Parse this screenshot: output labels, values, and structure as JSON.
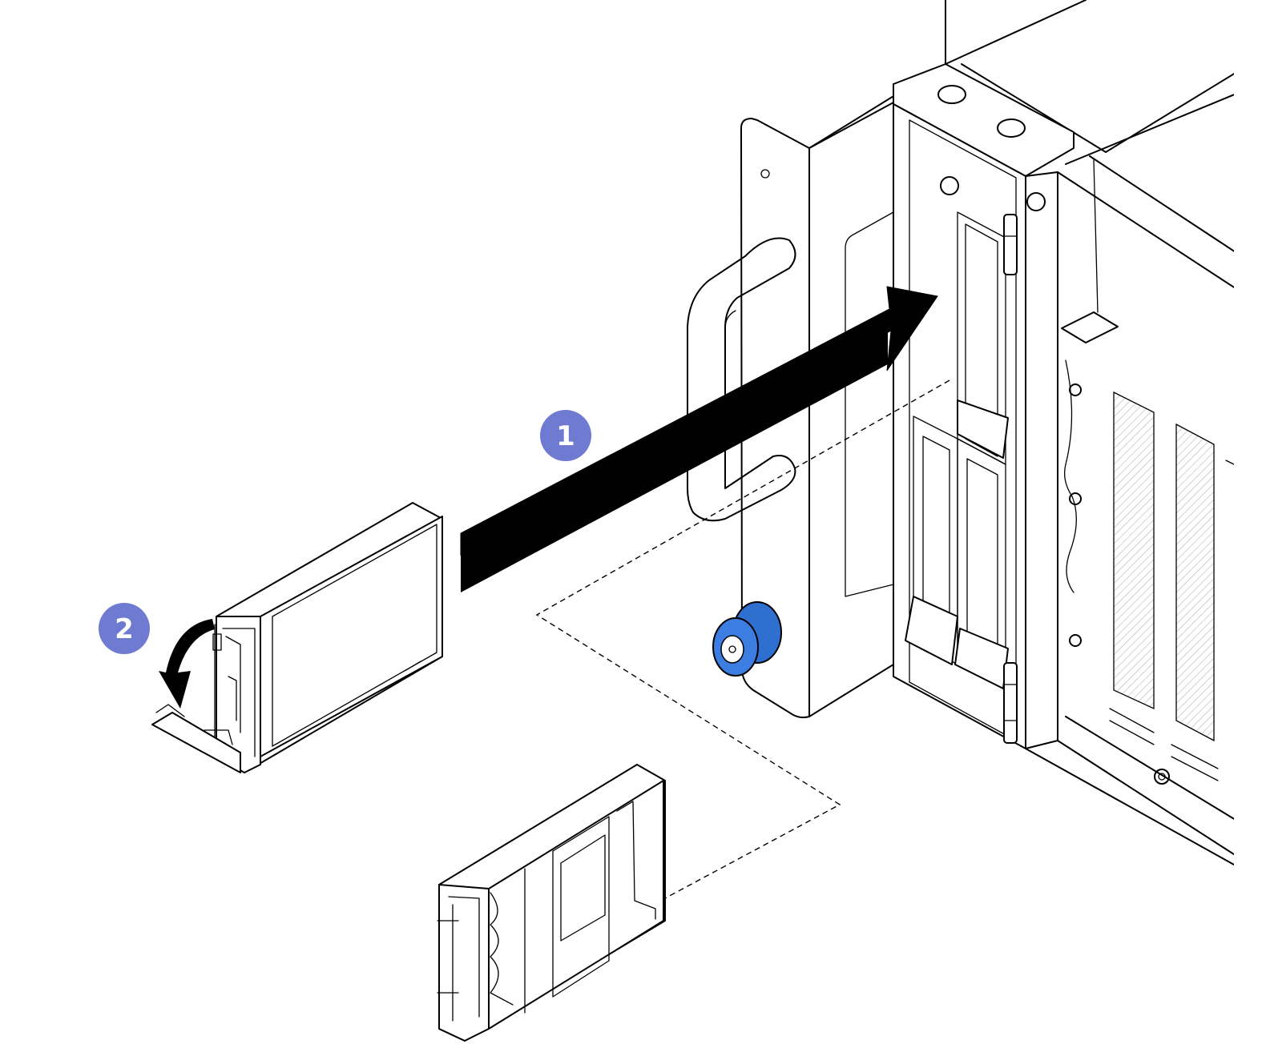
{
  "steps": [
    {
      "number": "1",
      "icon": "insert-arrow"
    },
    {
      "number": "2",
      "icon": "curved-close-arrow"
    }
  ],
  "colors": {
    "step_badge": "#6e7bd1",
    "thumbscrew": "#2f6fd0",
    "line": "#000000",
    "background": "#ffffff"
  },
  "parts": [
    {
      "name": "drive-assembly",
      "state": "handle-open"
    },
    {
      "name": "drive-bay-filler",
      "state": "removed"
    },
    {
      "name": "server-chassis",
      "state": "front-view"
    },
    {
      "name": "thumbscrew",
      "state": "installed"
    }
  ]
}
